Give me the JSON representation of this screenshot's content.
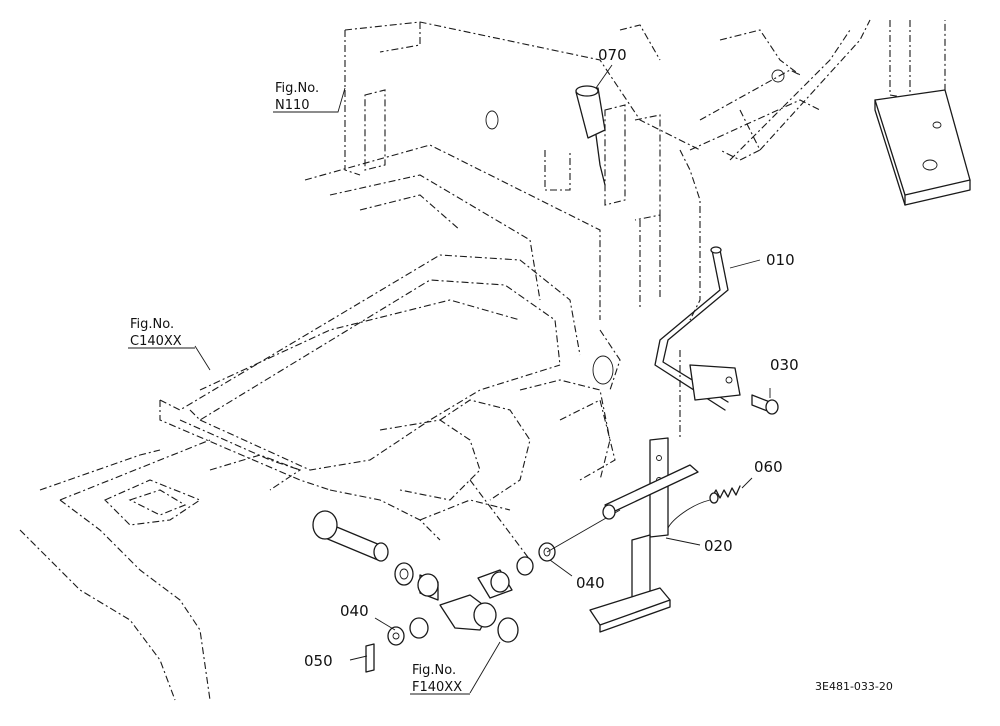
{
  "callouts": {
    "p070": "070",
    "p010": "010",
    "p030": "030",
    "p060": "060",
    "p020": "020",
    "p040a": "040",
    "p040b": "040",
    "p050": "050"
  },
  "fig_refs": {
    "n110": {
      "line1": "Fig.No.",
      "line2": "N110"
    },
    "c140": {
      "line1": "Fig.No.",
      "line2": "C140XX"
    },
    "f140": {
      "line1": "Fig.No.",
      "line2": "F140XX"
    }
  },
  "drawing_code": "3E481-033-20"
}
